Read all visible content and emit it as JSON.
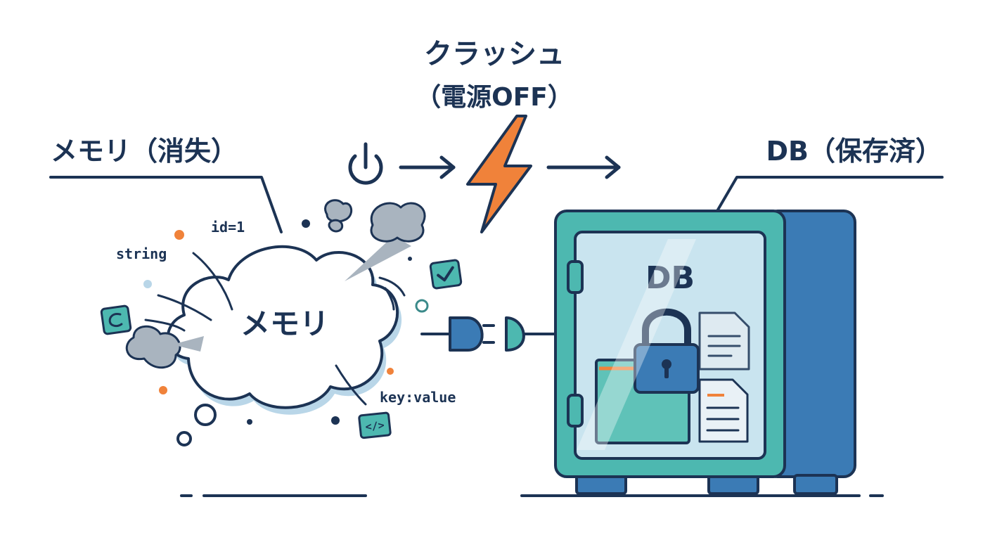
{
  "labels": {
    "crash_line1": "クラッシュ",
    "crash_line2": "（電源OFF）",
    "memory_lost": "メモリ（消失）",
    "db_saved": "DB（保存済）",
    "cloud_text": "メモリ",
    "safe_text": "DB"
  },
  "memory_fragments": {
    "id": "id=1",
    "string": "string",
    "keyvalue": "key:value",
    "code_tag": "</>"
  },
  "icons": {
    "power": "power-icon",
    "lightning": "lightning-bolt-icon",
    "plug": "plug-icon",
    "socket": "socket-icon",
    "lock": "padlock-icon",
    "document": "document-icon",
    "checkbox": "checkbox-icon",
    "code": "code-icon",
    "cloud": "memory-cloud-icon",
    "safe": "db-safe-icon"
  },
  "colors": {
    "ink": "#1c3354",
    "teal": "#4db8b0",
    "blue": "#3b7bb5",
    "orange": "#f0823a",
    "cloud_shadow": "#b9d6e8",
    "smoke": "#a9b4bf"
  }
}
